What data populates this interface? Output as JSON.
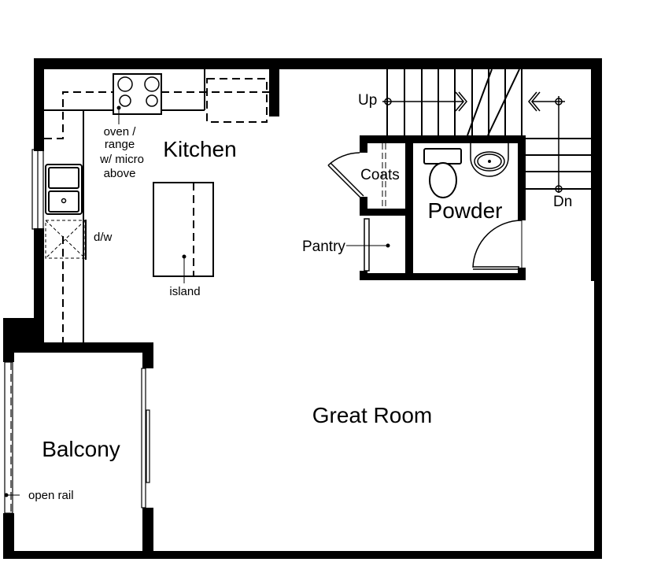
{
  "plan": {
    "type": "floor-plan",
    "rooms": {
      "kitchen": "Kitchen",
      "powder": "Powder",
      "great_room": "Great Room",
      "balcony": "Balcony",
      "coats": "Coats"
    },
    "fixtures": {
      "oven_line1": "oven /",
      "oven_line2": "range",
      "oven_line3": "w/ micro",
      "oven_line4": "above",
      "dishwasher": "d/w",
      "island": "island",
      "pantry": "Pantry",
      "open_rail": "open rail"
    },
    "stairs": {
      "up": "Up",
      "down": "Dn"
    }
  }
}
